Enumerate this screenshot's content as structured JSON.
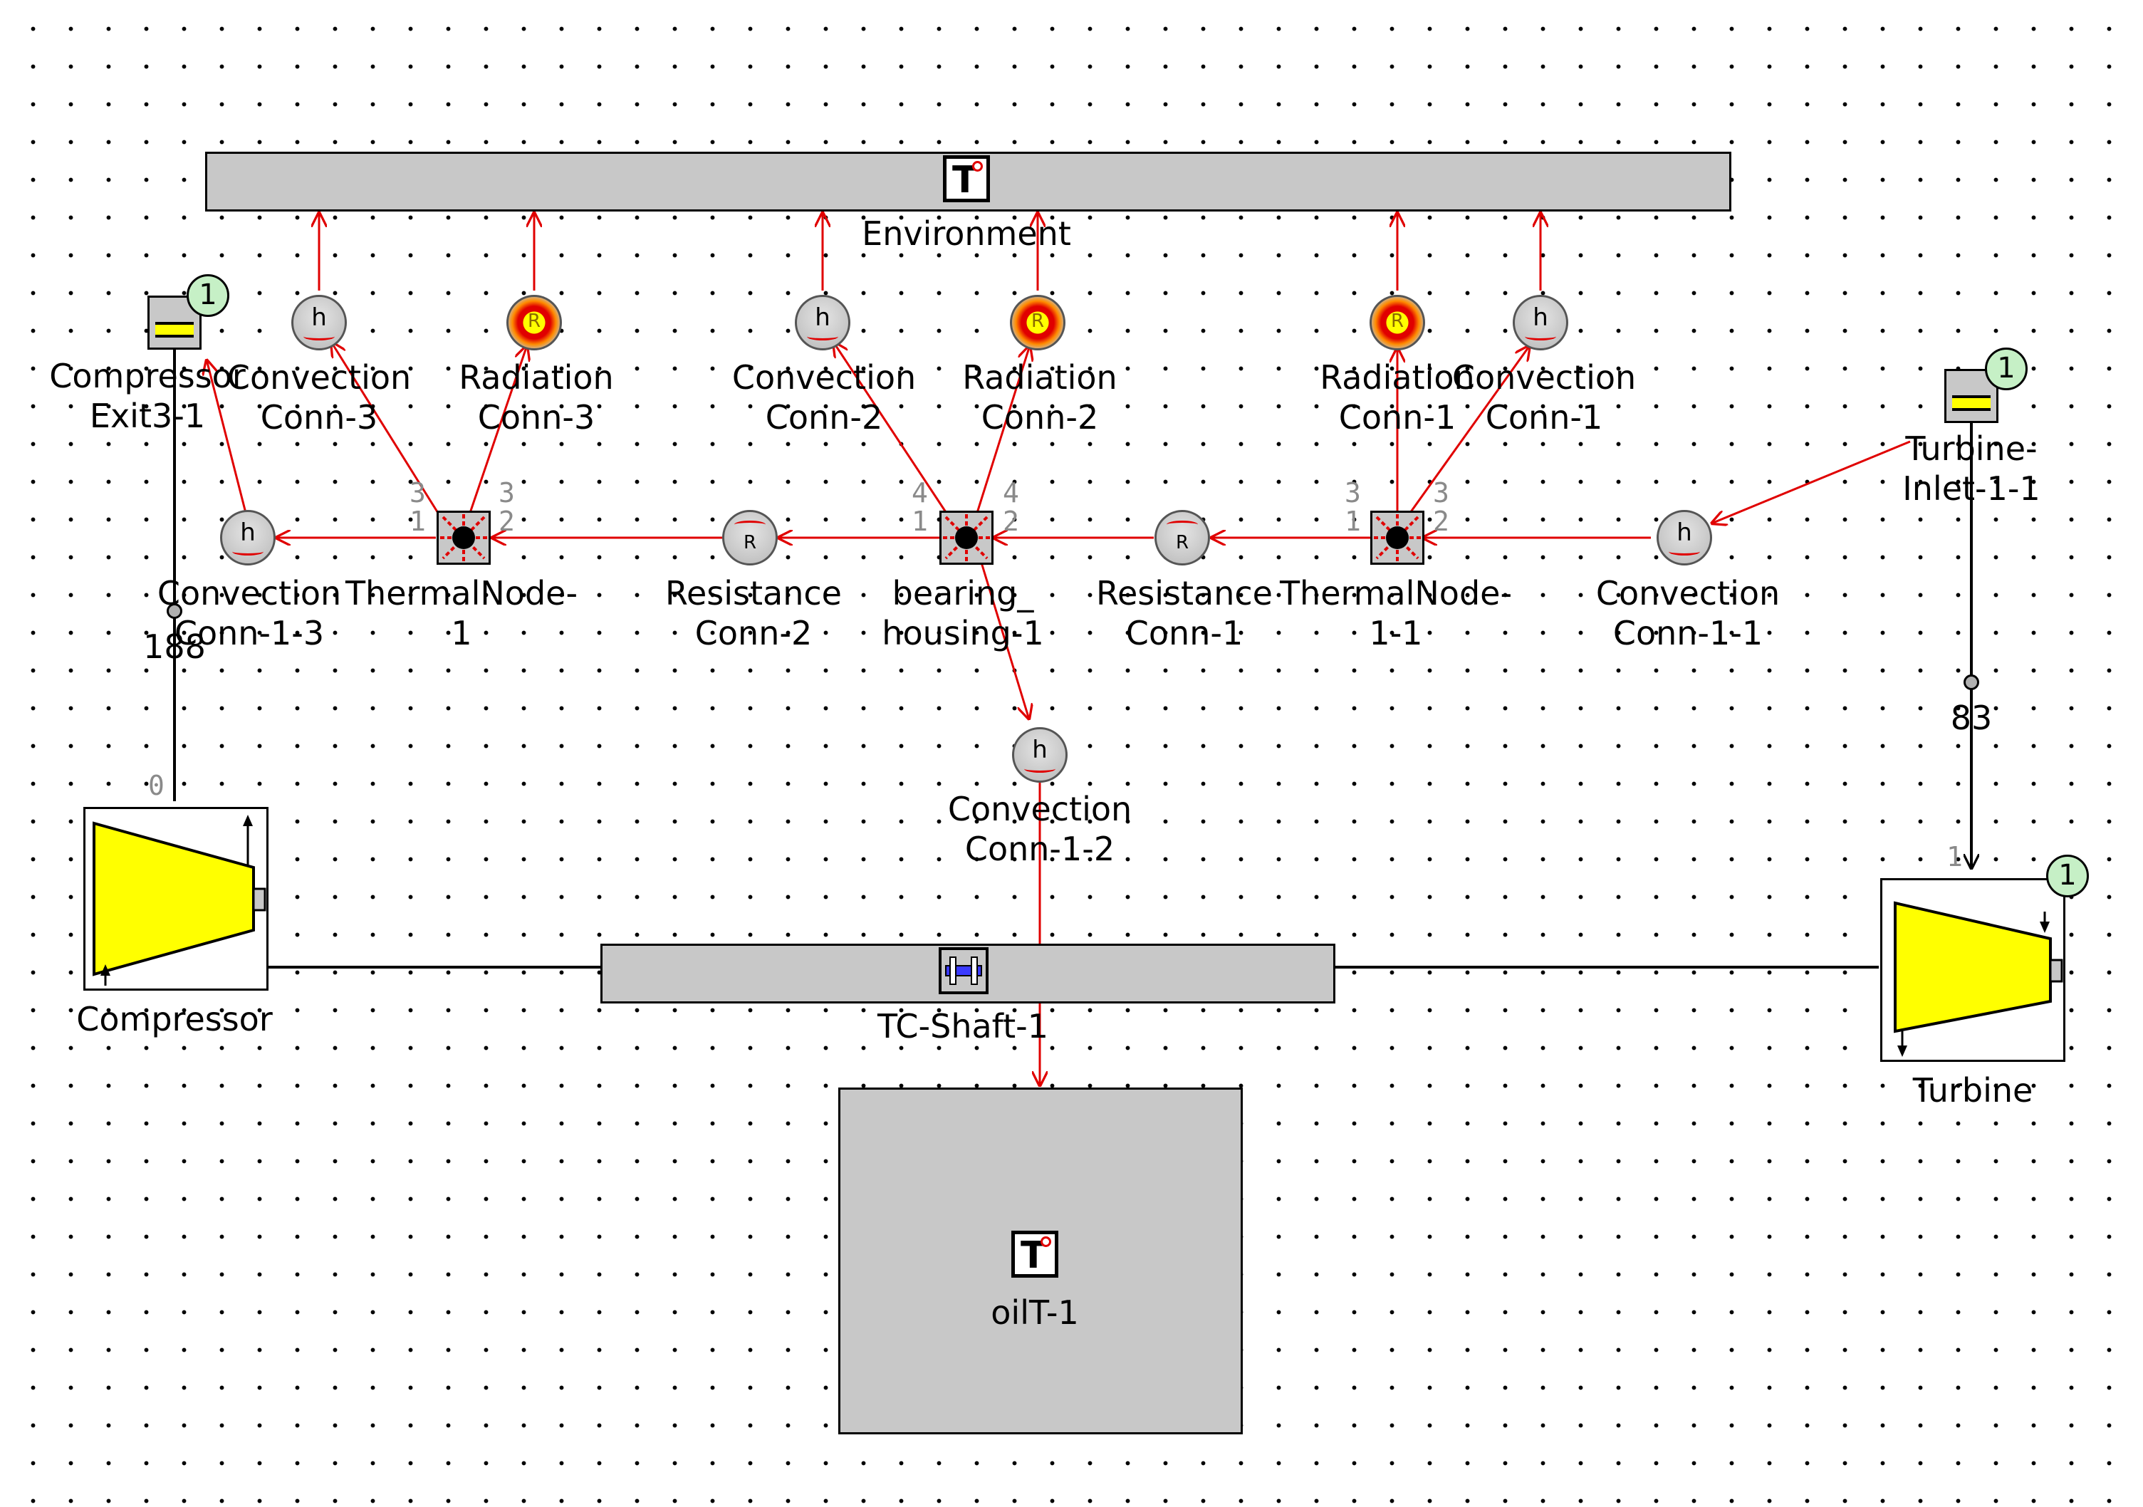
{
  "colors": {
    "connection": "#e00000",
    "flow_line": "#000000",
    "component_fill": "#c8c8c8",
    "machine_fill": "#ffff00",
    "badge_fill": "#c6f0c6"
  },
  "environment": {
    "label": "Environment",
    "icon": "temperature-source-icon"
  },
  "oil_tank": {
    "label": "oilT-1",
    "icon": "temperature-source-icon"
  },
  "shaft": {
    "label": "TC-Shaft-1",
    "icon": "shaft-icon"
  },
  "compressor": {
    "label": "Compressor",
    "port_label": "0"
  },
  "turbine": {
    "label": "Turbine",
    "port_label": "1",
    "badge": "1"
  },
  "compressor_exit": {
    "label": "Compressor\nExit3-1",
    "badge": "1",
    "junction_value": "188"
  },
  "turbine_inlet": {
    "label": "Turbine-\nInlet-1-1",
    "badge": "1",
    "junction_value": "83"
  },
  "thermal_nodes": [
    {
      "id": "tn1",
      "label": "ThermalNode-\n1",
      "port_left": "3\n1",
      "port_right": "3\n2"
    },
    {
      "id": "bearing",
      "label": "bearing_\nhousing-1",
      "port_left": "4\n1",
      "port_right": "4\n2"
    },
    {
      "id": "tn11",
      "label": "ThermalNode-\n1-1",
      "port_left": "3\n1",
      "port_right": "3\n2"
    }
  ],
  "convections": [
    {
      "id": "c3",
      "label": "Convection\nConn-3",
      "letter": "h"
    },
    {
      "id": "c2",
      "label": "Convection\nConn-2",
      "letter": "h"
    },
    {
      "id": "c1",
      "label": "Convection\nConn-1",
      "letter": "h"
    },
    {
      "id": "c13",
      "label": "Convection\nConn-1-3",
      "letter": "h"
    },
    {
      "id": "c11",
      "label": "Convection\nConn-1-1",
      "letter": "h"
    },
    {
      "id": "c12",
      "label": "Convection\nConn-1-2",
      "letter": "h"
    }
  ],
  "radiations": [
    {
      "id": "r3",
      "label": "Radiation\nConn-3",
      "letter": "R"
    },
    {
      "id": "r2",
      "label": "Radiation\nConn-2",
      "letter": "R"
    },
    {
      "id": "r1",
      "label": "Radiation\nConn-1",
      "letter": "R"
    }
  ],
  "resistances": [
    {
      "id": "res2",
      "label": "Resistance\nConn-2",
      "letter": "R"
    },
    {
      "id": "res1",
      "label": "Resistance\nConn-1",
      "letter": "R"
    }
  ]
}
